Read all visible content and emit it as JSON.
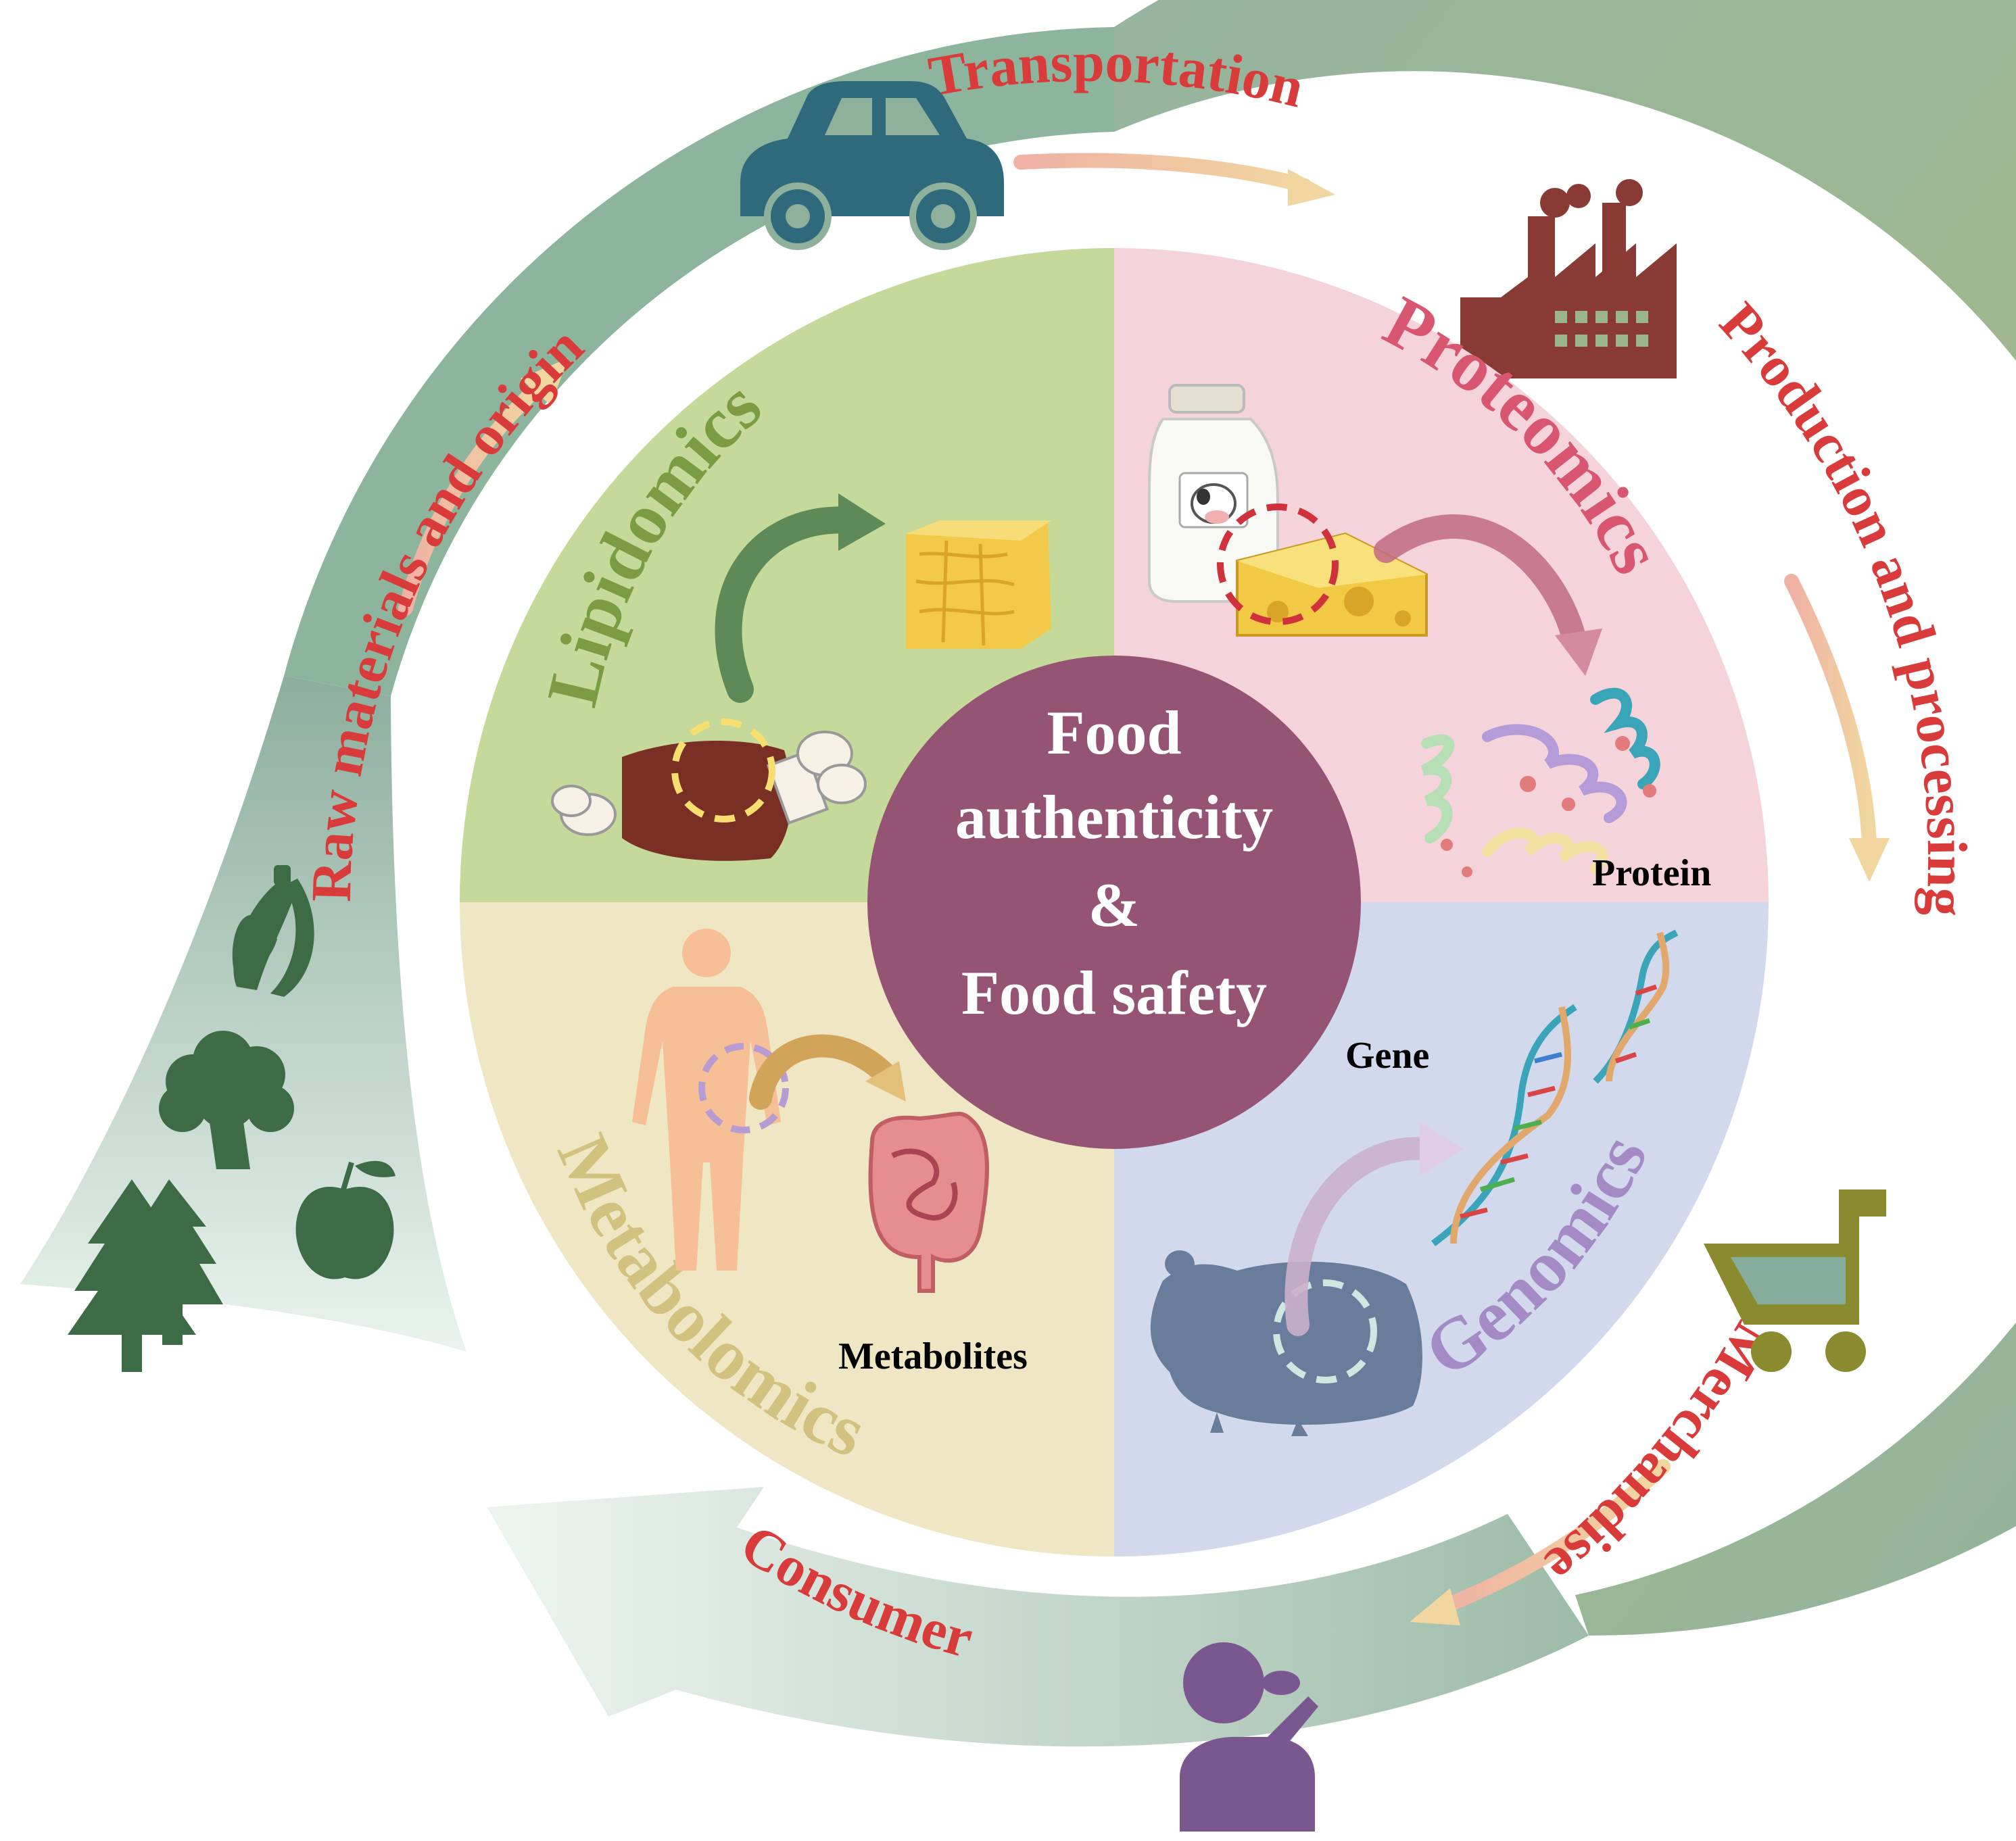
{
  "center": {
    "line1": "Food",
    "line2": "authenticity",
    "line3": "&",
    "line4": "Food safety"
  },
  "quadrants": {
    "lipidomics": "Lipidomics",
    "proteomics": "Proteomics",
    "metabolomics": "Metabolomics",
    "genomics": "Genomics"
  },
  "labels": {
    "protein": "Protein",
    "gene": "Gene",
    "metabolites": "Metabolites"
  },
  "cycle": {
    "raw": "Raw materials and origin",
    "transportation": "Transportation",
    "production": "Production and processing",
    "merchandise": "Merchandise",
    "consumer": "Consumer"
  },
  "colors": {
    "ring_green": "#8fad8c",
    "lipid_bg": "#c5d99b",
    "prot_bg": "#f4d3db",
    "metab_bg": "#efe6c4",
    "gen_bg": "#d2d9ed",
    "center": "#955474",
    "cycle_text": "#d93a3a",
    "lipid_text": "#7c9c43",
    "prot_text": "#d8566f",
    "metab_text": "#d2c27f",
    "gen_text": "#a48bc6"
  }
}
